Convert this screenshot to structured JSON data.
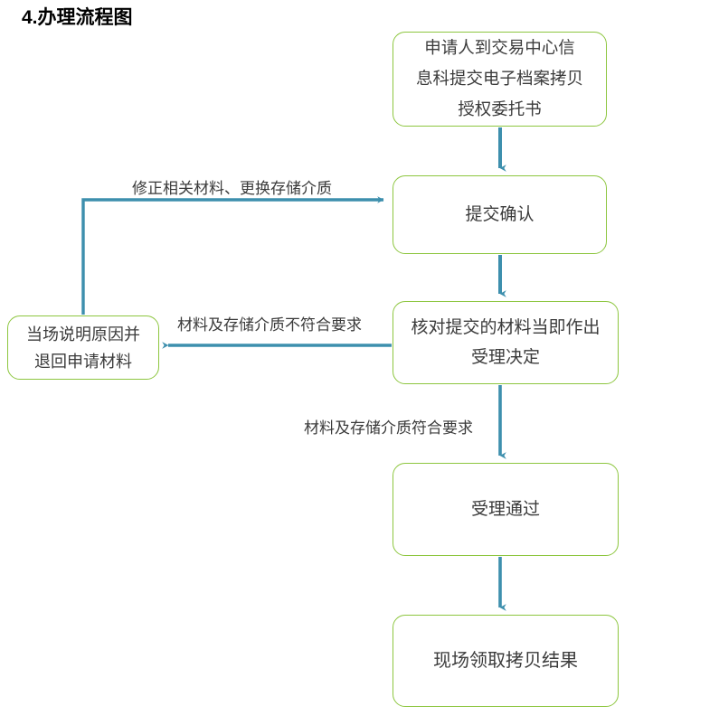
{
  "page": {
    "title": "4.办理流程图",
    "accent_node_border": "#8DC63F",
    "accent_edge": "#3D8FAD",
    "background": "#FFFFFF",
    "text_color": "#3B3B3B"
  },
  "flowchart": {
    "type": "flowchart",
    "direction": "top-to-bottom",
    "nodes": [
      {
        "id": "apply",
        "label": "申请人到交易中心信\n息科提交电子档案拷贝\n授权委托书",
        "shape": "rounded-rectangle"
      },
      {
        "id": "submit",
        "label": "提交确认",
        "shape": "rounded-rectangle"
      },
      {
        "id": "review",
        "label": "核对提交的材料当即作出\n受理决定",
        "shape": "rounded-rectangle"
      },
      {
        "id": "reject",
        "label": "当场说明原因并\n退回申请材料",
        "shape": "rounded-rectangle"
      },
      {
        "id": "accepted",
        "label": "受理通过",
        "shape": "rounded-rectangle"
      },
      {
        "id": "result",
        "label": "现场领取拷贝结果",
        "shape": "rounded-rectangle"
      }
    ],
    "edges": [
      {
        "id": "apply-to-submit",
        "from": "apply",
        "to": "submit",
        "label": ""
      },
      {
        "id": "submit-to-review",
        "from": "submit",
        "to": "review",
        "label": ""
      },
      {
        "id": "review-to-reject",
        "from": "review",
        "to": "reject",
        "label": "材料及存储介质不符合要求"
      },
      {
        "id": "reject-to-submit",
        "from": "reject",
        "to": "submit",
        "label": "修正相关材料、更换存储介质"
      },
      {
        "id": "review-to-accepted",
        "from": "review",
        "to": "accepted",
        "label": "材料及存储介质符合要求"
      },
      {
        "id": "accepted-to-result",
        "from": "accepted",
        "to": "result",
        "label": ""
      }
    ]
  }
}
